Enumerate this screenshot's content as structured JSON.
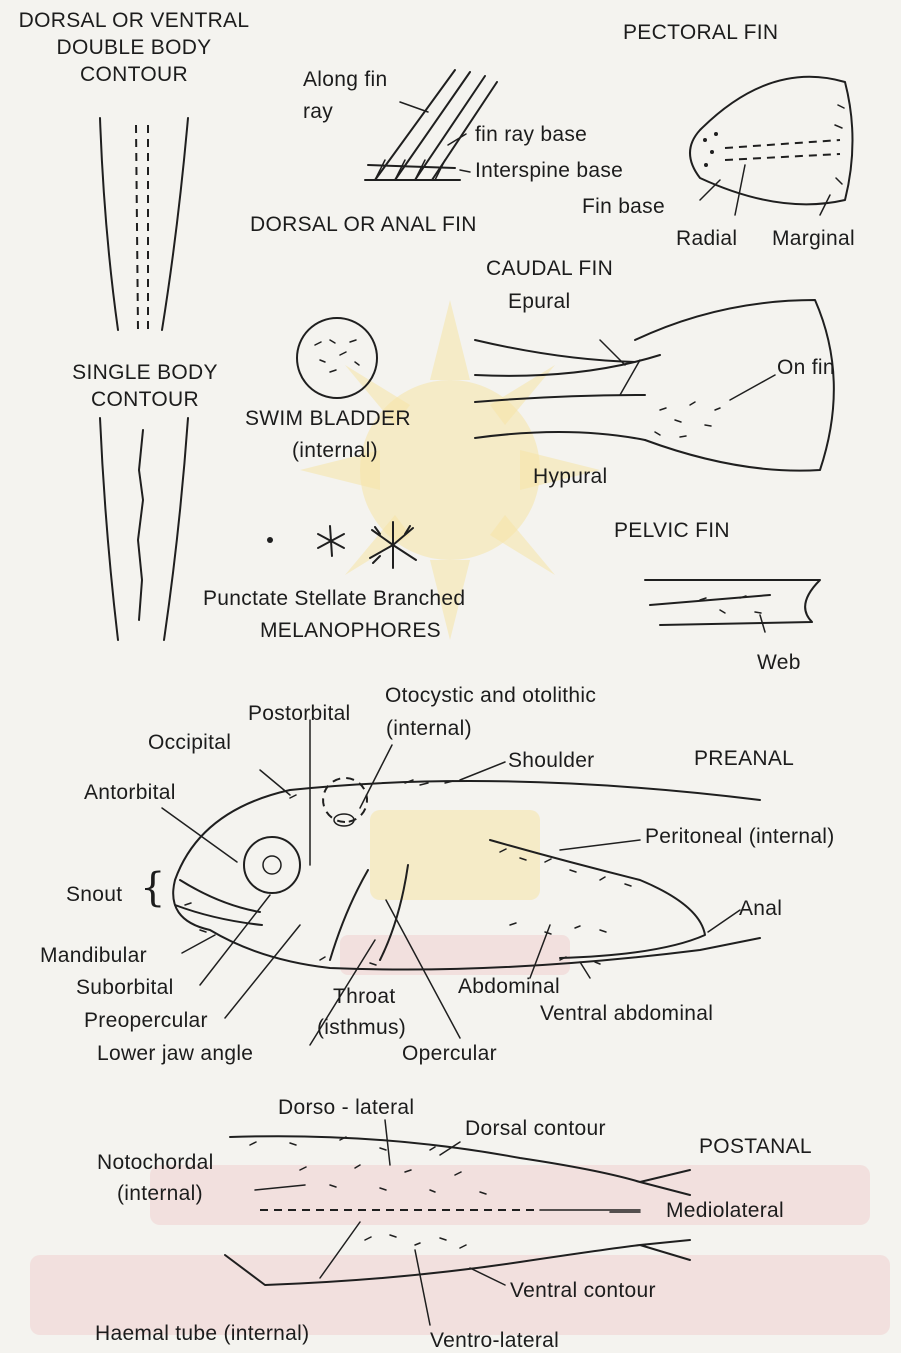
{
  "labels": {
    "dorsal_ventral_double_body_contour": "DORSAL OR VENTRAL DOUBLE BODY CONTOUR",
    "single_body_contour": "SINGLE BODY CONTOUR",
    "along_fin_ray": "Along fin ray",
    "fin_ray_base": "fin ray base",
    "interspine_base": "Interspine base",
    "dorsal_or_anal_fin": "DORSAL OR ANAL FIN",
    "pectoral_fin": "PECTORAL FIN",
    "fin_base": "Fin base",
    "radial": "Radial",
    "marginal": "Marginal",
    "caudal_fin": "CAUDAL FIN",
    "epural": "Epural",
    "on_fin": "On fin",
    "hypural": "Hypural",
    "swim_bladder": "SWIM BLADDER",
    "internal": "(internal)",
    "pelvic_fin": "PELVIC FIN",
    "web": "Web",
    "melanophore_types": "Punctate Stellate Branched",
    "melanophores": "MELANOPHORES",
    "postorbital": "Postorbital",
    "otocystic_otolithic": "Otocystic and otolithic",
    "otocystic_internal": "(internal)",
    "occipital": "Occipital",
    "shoulder": "Shoulder",
    "preanal": "PREANAL",
    "antorbital": "Antorbital",
    "peritoneal": "Peritoneal  (internal)",
    "snout": "Snout",
    "anal": "Anal",
    "mandibular": "Mandibular",
    "suborbital": "Suborbital",
    "preopercular": "Preopercular",
    "lower_jaw_angle": "Lower jaw angle",
    "throat": "Throat",
    "isthmus": "(isthmus)",
    "abdominal": "Abdominal",
    "ventral_abdominal": "Ventral abdominal",
    "opercular": "Opercular",
    "dorso_lateral": "Dorso - lateral",
    "dorsal_contour": "Dorsal contour",
    "postanal": "POSTANAL",
    "notochordal": "Notochordal",
    "notochordal_internal": "(internal)",
    "mediolateral": "Mediolateral",
    "ventral_contour": "Ventral contour",
    "haemal_tube": "Haemal tube (internal)",
    "ventro_lateral": "Ventro-lateral"
  }
}
